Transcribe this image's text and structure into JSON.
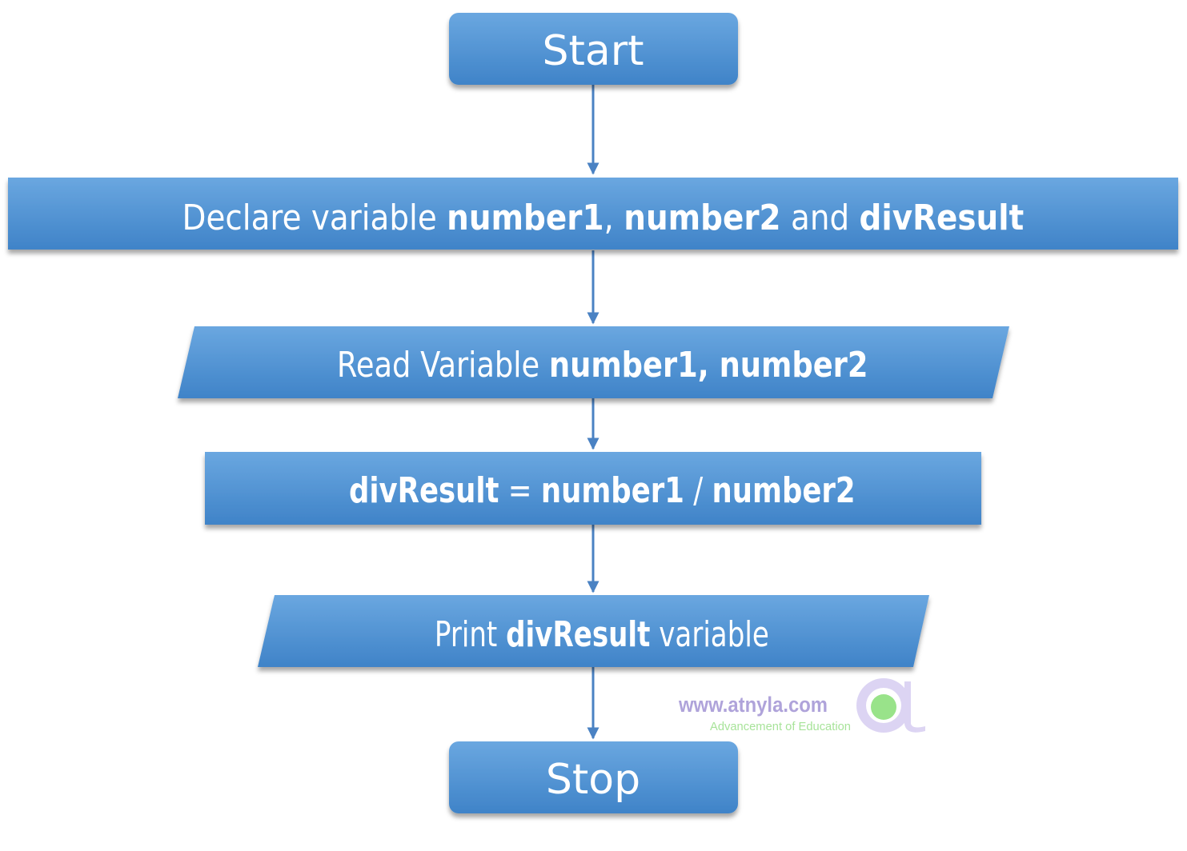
{
  "flowchart": {
    "start": {
      "label": "Start"
    },
    "declare": {
      "prefix": "Declare variable ",
      "var1": "number1",
      "sep1": ", ",
      "var2": "number2",
      "conj": " and ",
      "var3": "divResult"
    },
    "read": {
      "prefix": "Read Variable ",
      "vars": "number1, number2"
    },
    "compute": {
      "lhs": "divResult",
      "op1": " = ",
      "operand1": "number1",
      "op2": " / ",
      "operand2": "number2"
    },
    "print": {
      "prefix": "Print ",
      "var": "divResult",
      "suffix": " variable"
    },
    "stop": {
      "label": "Stop"
    }
  },
  "watermark": {
    "site": "www.atnyla.com",
    "tagline": "Advancement of Education",
    "logo_letter": "a"
  },
  "colors": {
    "shape_top": "#6aa7e0",
    "shape_bottom": "#3f83c8",
    "arrow": "#4a82c3",
    "text": "#ffffff"
  }
}
